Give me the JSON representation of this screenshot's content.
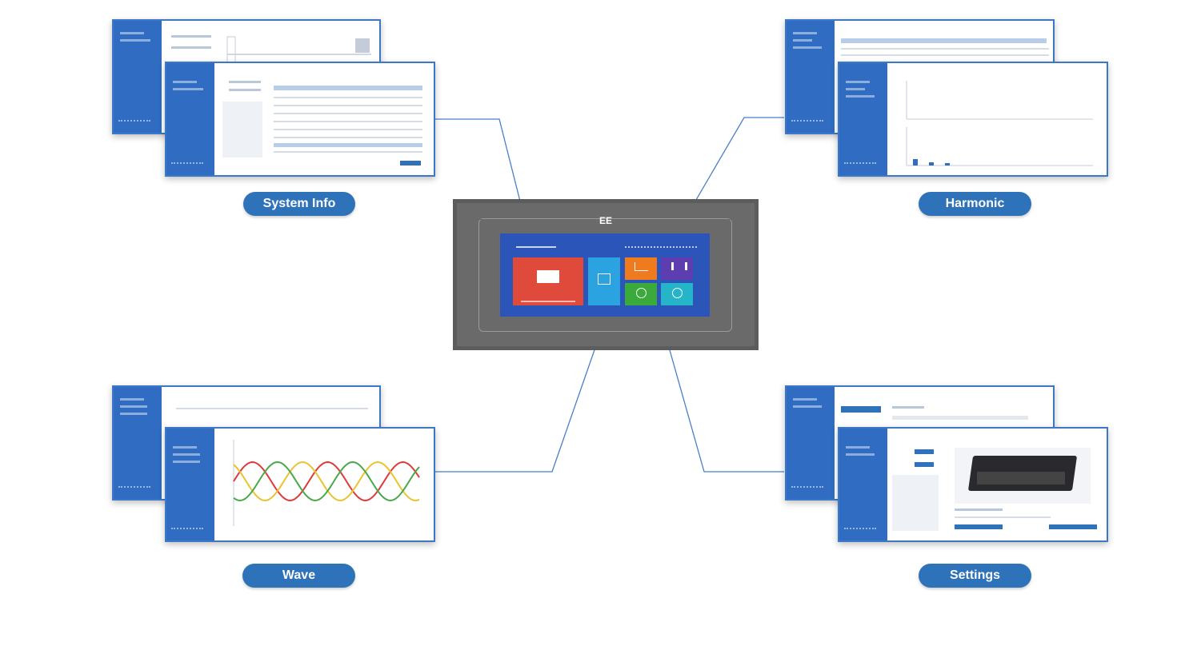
{
  "labels": {
    "system_info": "System Info",
    "harmonic": "Harmonic",
    "wave": "Wave",
    "settings": "Settings"
  },
  "device": {
    "logo": "EE"
  },
  "colors": {
    "accent_blue": "#2e73ba",
    "sidebar_blue": "#2f6cc2",
    "device_gray": "#6a6a6a",
    "screen_blue": "#2b55b8",
    "tile_red": "#e04a3b",
    "tile_lightblue": "#2aa3e0",
    "tile_orange": "#f07a1e",
    "tile_purple": "#5e3db0",
    "tile_green": "#3aaa3a",
    "tile_teal": "#26b5c8",
    "wave_red": "#e03a3a",
    "wave_yellow": "#e8c530",
    "wave_green": "#4aa84a"
  }
}
